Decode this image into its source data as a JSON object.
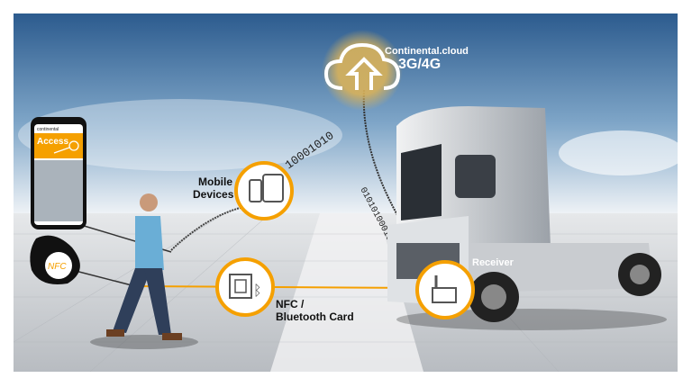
{
  "colors": {
    "accent": "#f5a000",
    "sky_top": "#2c5b8e",
    "sky_bottom": "#e8eef4",
    "floor": "#c9ccd0"
  },
  "cloud": {
    "icon": "cloud-upload-icon",
    "title": "Continental.cloud",
    "network": "3G/4G"
  },
  "mobile_devices": {
    "icon": "phone-tablet-icon",
    "label_line1": "Mobile",
    "label_line2": "Devices"
  },
  "nfc_card": {
    "icon": "nfc-bluetooth-card-icon",
    "label_line1": "NFC /",
    "label_line2": "Bluetooth Card"
  },
  "receiver": {
    "icon": "receiver-icon",
    "label": "Receiver"
  },
  "phone_screen": {
    "brand": "continental",
    "title": "Access",
    "icon": "key-icon"
  },
  "key_fob": {
    "label": "NFC"
  },
  "binary_streams": {
    "to_cloud_from_devices": "10001010",
    "cloud_to_truck": "0101010001010"
  }
}
